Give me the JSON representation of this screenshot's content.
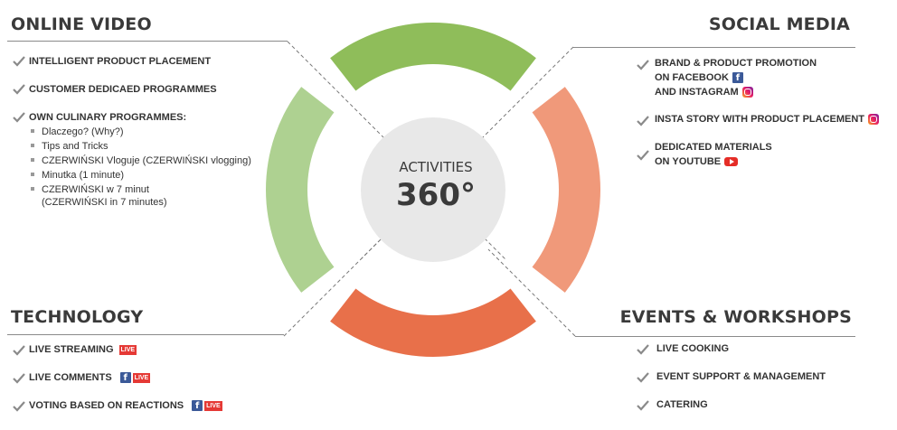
{
  "center": {
    "label": "ACTIVITIES",
    "value": "360°"
  },
  "colors": {
    "top": "#8fbd5a",
    "left": "#aed191",
    "right": "#f0997a",
    "bottom": "#e8704a",
    "circle": "#e8e8e8"
  },
  "online_video": {
    "title": "ONLINE VIDEO",
    "items": [
      "INTELLIGENT PRODUCT PLACEMENT",
      "CUSTOMER DEDICAED PROGRAMMES",
      "OWN CULINARY PROGRAMMES:"
    ],
    "subitems": [
      "Dlaczego? (Why?)",
      "Tips and Tricks",
      "CZERWIŃSKI Vloguje (CZERWIŃSKI vlogging)",
      "Minutka (1 minute)",
      "CZERWIŃSKI w 7 minut",
      "(CZERWIŃSKI in 7 minutes)"
    ]
  },
  "social_media": {
    "title": "SOCIAL MEDIA",
    "item1": [
      "BRAND & PRODUCT PROMOTION",
      "ON FACEBOOK",
      "AND INSTAGRAM"
    ],
    "item2": "INSTA STORY WITH PRODUCT PLACEMENT",
    "item3": [
      "DEDICATED MATERIALS",
      "ON  YOUTUBE"
    ]
  },
  "technology": {
    "title": "TECHNOLOGY",
    "items": [
      "LIVE STREAMING",
      "LIVE COMMENTS",
      "VOTING BASED ON REACTIONS"
    ],
    "live_badge": "LIVE",
    "fb_glyph": "f"
  },
  "events": {
    "title": "EVENTS & WORKSHOPS",
    "items": [
      "LIVE COOKING",
      "EVENT SUPPORT & MANAGEMENT",
      "CATERING"
    ]
  }
}
